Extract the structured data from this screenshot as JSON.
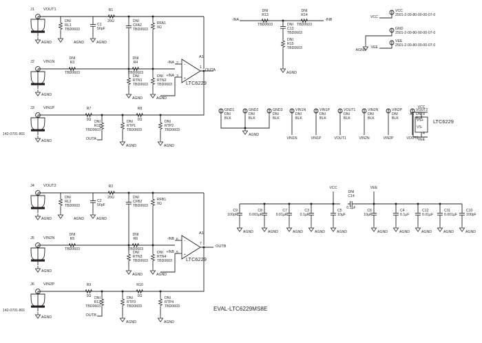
{
  "sheet": {
    "title": "EVAL-LTC6229MS8E",
    "part": "LTC6229",
    "dni": "DNI",
    "pkg0603": "TBD0603",
    "blk": "BLK",
    "agnd": "AGND",
    "line_color": "#231f20",
    "bg_color": "#ffffff"
  },
  "channel_a": {
    "connectors": [
      {
        "ref": "J1",
        "net": "VOUT1",
        "gnd": "AGND",
        "pn": ""
      },
      {
        "ref": "J2",
        "net": "VIN1N",
        "gnd": "AGND",
        "pn": ""
      },
      {
        "ref": "J3",
        "net": "VIN1P",
        "gnd": "AGND",
        "pn": "142-0701-801"
      }
    ],
    "parts": [
      {
        "ref": "RL1",
        "val": "TBD0603",
        "dni": "DNI"
      },
      {
        "ref": "C1",
        "val": "56pF",
        "dni": ""
      },
      {
        "ref": "R1",
        "val": "20Ω",
        "dni": ""
      },
      {
        "ref": "CFA2",
        "val": "TBD0603",
        "dni": "DNI"
      },
      {
        "ref": "RFA1",
        "val": "0Ω",
        "dni": ""
      },
      {
        "ref": "R3",
        "val": "TBD0603",
        "dni": "DNI"
      },
      {
        "ref": "R4",
        "val": "TBD0603",
        "dni": "DNI"
      },
      {
        "ref": "RTN1",
        "val": "TBD0603",
        "dni": "DNI"
      },
      {
        "ref": "RTN2",
        "val": "TBD0603",
        "dni": "DNI"
      },
      {
        "ref": "R7",
        "val": "0Ω",
        "dni": ""
      },
      {
        "ref": "R8",
        "val": "0Ω",
        "dni": ""
      },
      {
        "ref": "R11",
        "val": "TBD0603",
        "dni": "DNI"
      },
      {
        "ref": "RTP1",
        "val": "TBD0603",
        "dni": "DNI"
      },
      {
        "ref": "RTP2",
        "val": "TBD0603",
        "dni": "DNI"
      }
    ],
    "opamp": {
      "ref": "A1",
      "part": "LTC6229",
      "in_minus": "-INA",
      "in_plus": "+INA",
      "pin_minus": "2",
      "pin_plus": "3",
      "pin_out": "1",
      "out": "OUTA"
    },
    "feedback_net": "OUTA"
  },
  "channel_b": {
    "connectors": [
      {
        "ref": "J4",
        "net": "VOUT2",
        "gnd": "AGND",
        "pn": ""
      },
      {
        "ref": "J5",
        "net": "VIN2N",
        "gnd": "AGND",
        "pn": ""
      },
      {
        "ref": "J6",
        "net": "VIN2P",
        "gnd": "AGND",
        "pn": "142-0701-801"
      }
    ],
    "parts": [
      {
        "ref": "RL2",
        "val": "TBD0603",
        "dni": "DNI"
      },
      {
        "ref": "C2",
        "val": "56pF",
        "dni": ""
      },
      {
        "ref": "R2",
        "val": "20Ω",
        "dni": ""
      },
      {
        "ref": "CFB2",
        "val": "TBD0603",
        "dni": "DNI"
      },
      {
        "ref": "RFB1",
        "val": "0Ω",
        "dni": ""
      },
      {
        "ref": "R5",
        "val": "TBD0603",
        "dni": "DNI"
      },
      {
        "ref": "R6",
        "val": "TBD0603",
        "dni": "DNI"
      },
      {
        "ref": "RTN3",
        "val": "TBD0603",
        "dni": "DNI"
      },
      {
        "ref": "RTN4",
        "val": "TBD0603",
        "dni": "DNI"
      },
      {
        "ref": "R9",
        "val": "0Ω",
        "dni": ""
      },
      {
        "ref": "R10",
        "val": "0Ω",
        "dni": ""
      },
      {
        "ref": "R12",
        "val": "TBD0603",
        "dni": "DNI"
      },
      {
        "ref": "RTP3",
        "val": "TBD0603",
        "dni": "DNI"
      },
      {
        "ref": "RTP4",
        "val": "TBD0603",
        "dni": "DNI"
      }
    ],
    "opamp": {
      "ref": "A1",
      "part": "LTC6229",
      "in_minus": "-INB",
      "in_plus": "+INB",
      "pin_minus": "6",
      "pin_plus": "5",
      "pin_out": "7",
      "out": "OUTB"
    },
    "feedback_net": "OUTB"
  },
  "input_network": {
    "left_net": "-INA",
    "right_net": "-INB",
    "parts": [
      {
        "ref": "R13",
        "val": "TBD0603",
        "dni": "DNI"
      },
      {
        "ref": "R14",
        "val": "TBD0603",
        "dni": "DNI"
      },
      {
        "ref": "C13",
        "val": "TBD0603",
        "dni": "DNI"
      },
      {
        "ref": "R15",
        "val": "TBD0603",
        "dni": "DNI"
      }
    ],
    "gnd": "AGND"
  },
  "power_connectors": {
    "items": [
      {
        "net": "VCC",
        "ref": "VCC",
        "pn": "2501-2-00-80-00-00-07-0"
      },
      {
        "net": "GND",
        "ref": "GND",
        "pn": "2501-2-00-80-00-00-07-0"
      },
      {
        "net": "VEE",
        "ref": "VEE",
        "pn": "2501-2-00-80-00-00-07-0"
      }
    ],
    "gnd": "AGND"
  },
  "testpoints": {
    "ground_group": [
      {
        "ref": "GND1",
        "dni": "DNI",
        "val": "BLK"
      },
      {
        "ref": "GND2",
        "dni": "DNI",
        "val": "BLK"
      },
      {
        "ref": "GND3",
        "dni": "DNI",
        "val": "BLK"
      }
    ],
    "ground_net": "AGND",
    "signal_group": [
      {
        "ref": "VIN1N",
        "dni": "DNI",
        "val": "BLK",
        "net": "VIN1N"
      },
      {
        "ref": "VIN1P",
        "dni": "DNI",
        "val": "BLK",
        "net": "VIN1P"
      },
      {
        "ref": "VOUT1",
        "dni": "DNI",
        "val": "BLK",
        "net": "VOUT1"
      },
      {
        "ref": "VIN2N",
        "dni": "DNI",
        "val": "BLK",
        "net": "VIN2N"
      },
      {
        "ref": "VIN2P",
        "dni": "DNI",
        "val": "BLK",
        "net": "VIN2P"
      },
      {
        "ref": "VOUT2",
        "dni": "DNI",
        "val": "BLK",
        "net": "VOUT2"
      }
    ]
  },
  "power_symbol": {
    "ref": "A1",
    "part": "LTC6229",
    "top_net": "VCC",
    "bottom_net": "VEE",
    "top_pin": "8",
    "bottom_pin": "4",
    "vs_plus": "VS+",
    "vs_minus": "VS-"
  },
  "decoupling": {
    "rail_vcc": "VCC",
    "rail_vee": "VEE",
    "series_cap": {
      "ref": "C14",
      "val": "0.1µF",
      "dni": "DNI"
    },
    "gnd": "AGND",
    "caps": [
      {
        "ref": "C9",
        "val": "100pF"
      },
      {
        "ref": "C8",
        "val": "0.001µF"
      },
      {
        "ref": "C7",
        "val": "0.01µF"
      },
      {
        "ref": "C3",
        "val": "0.1µF"
      },
      {
        "ref": "C5",
        "val": "10µF"
      },
      {
        "ref": "C6",
        "val": "10µF"
      },
      {
        "ref": "C4",
        "val": "0.1µF"
      },
      {
        "ref": "C12",
        "val": "0.01µF"
      },
      {
        "ref": "C11",
        "val": "0.001µF"
      },
      {
        "ref": "C10",
        "val": "100pF"
      }
    ]
  }
}
